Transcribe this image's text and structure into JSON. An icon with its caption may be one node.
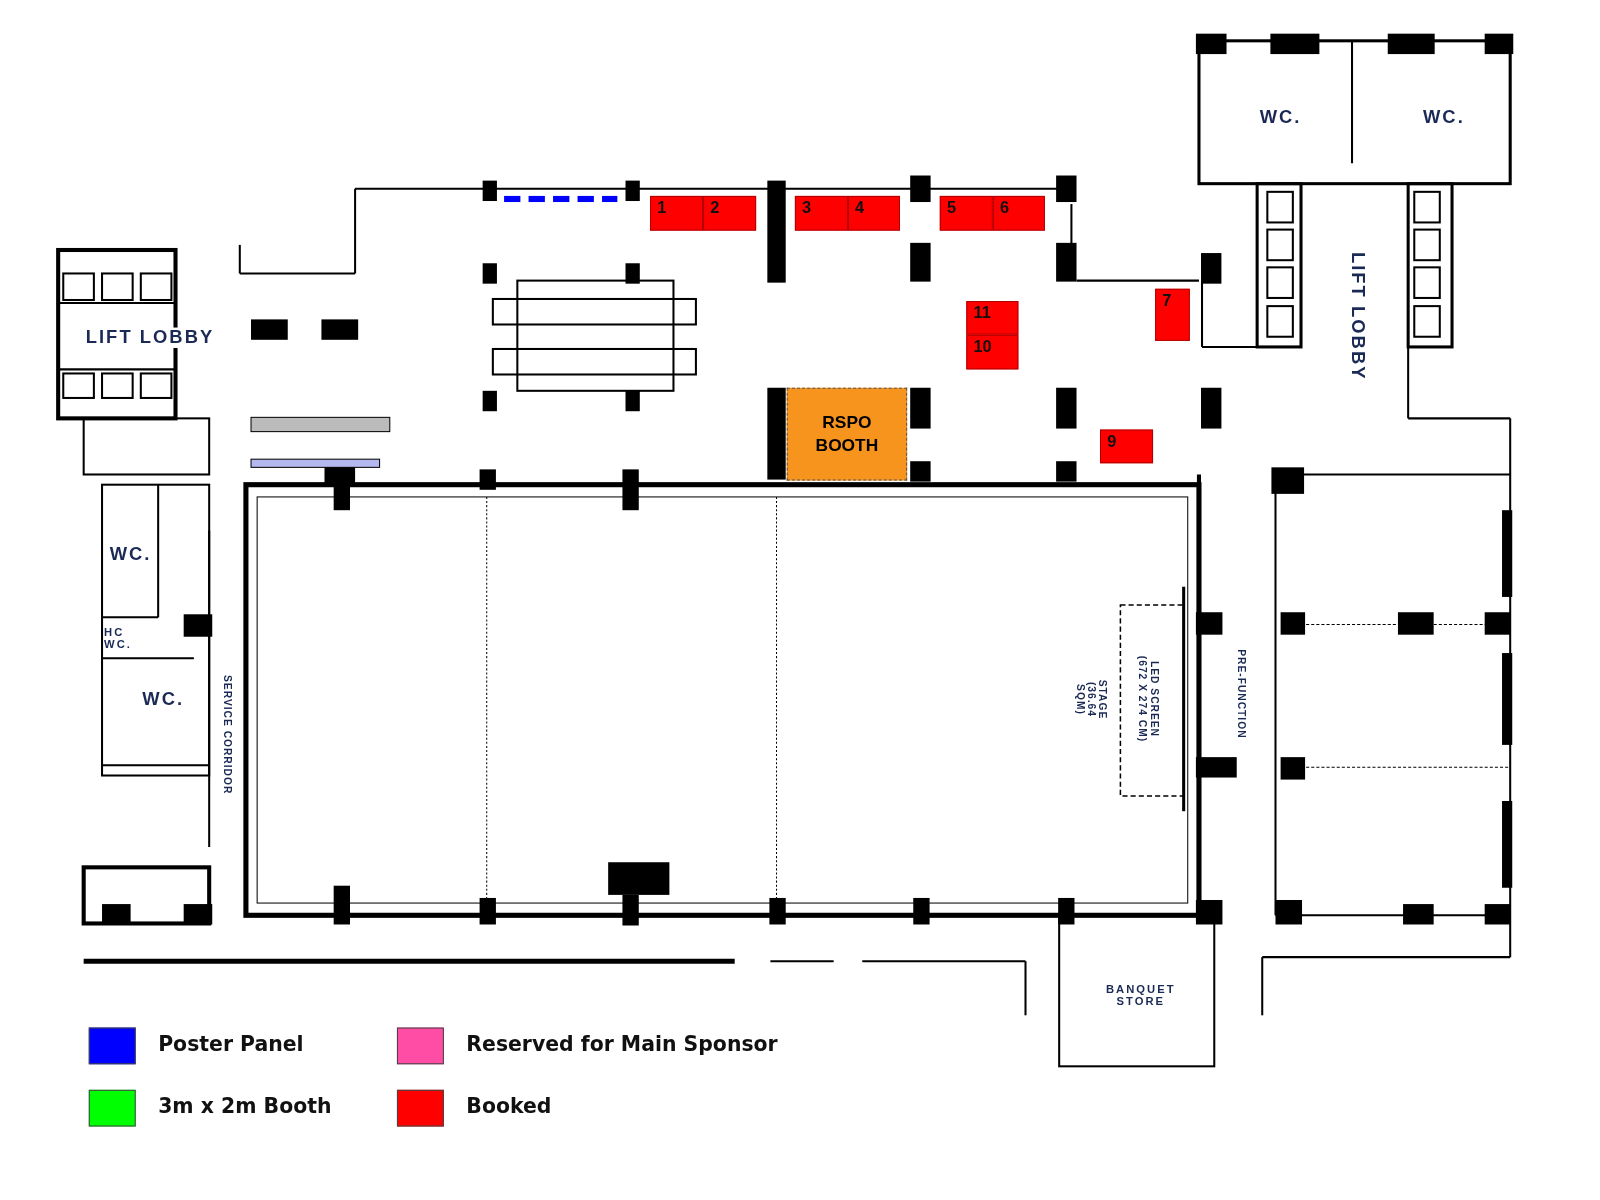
{
  "diagram": {
    "nodes": [
      {
        "text": [
          "1"
        ]
      },
      {
        "text": [
          "2"
        ]
      },
      {
        "text": [
          "3"
        ]
      },
      {
        "text": [
          "4"
        ]
      },
      {
        "text": [
          "5"
        ]
      },
      {
        "text": [
          "6"
        ]
      },
      {
        "text": [
          "7"
        ]
      },
      {
        "text": [
          "11"
        ]
      },
      {
        "text": [
          "10"
        ]
      },
      {
        "text": [
          "9"
        ]
      },
      {
        "text": [
          "RSPO BOOTH"
        ]
      },
      {
        "text": [],
        "shape": "bar"
      },
      {
        "text": [],
        "shape": "bar"
      },
      {
        "text": [],
        "shape": "bar"
      },
      {
        "text": [],
        "shape": "bar"
      },
      {
        "text": [],
        "shape": "bar"
      },
      {
        "text": [
          "LIFT LOBBY"
        ]
      },
      {
        "text": [
          "LIFT LOBBY"
        ]
      },
      {
        "text": [
          "WC."
        ]
      },
      {
        "text": [
          "WC."
        ]
      },
      {
        "text": [
          "WC."
        ]
      },
      {
        "text": [
          "HC WC."
        ]
      },
      {
        "text": [
          "WC."
        ]
      },
      {
        "text": [
          "BANQUET STORE"
        ]
      },
      {
        "text": [
          "STAGE (36.64 SQM)"
        ]
      }
    ],
    "edges": [],
    "labels": [
      "SERVICE CORRIDOR",
      "LED SCREEN (672 X 274 CM)",
      "PRE-FUNCTION"
    ],
    "legend": [
      {
        "text": "Poster Panel",
        "color": "#0000ff"
      },
      {
        "text": "3m x 2m Booth",
        "color": "#00ff00"
      },
      {
        "text": "Reserved for Main Sponsor",
        "color": "#ff4da6"
      },
      {
        "text": "Booked",
        "color": "#ff0000"
      }
    ]
  }
}
